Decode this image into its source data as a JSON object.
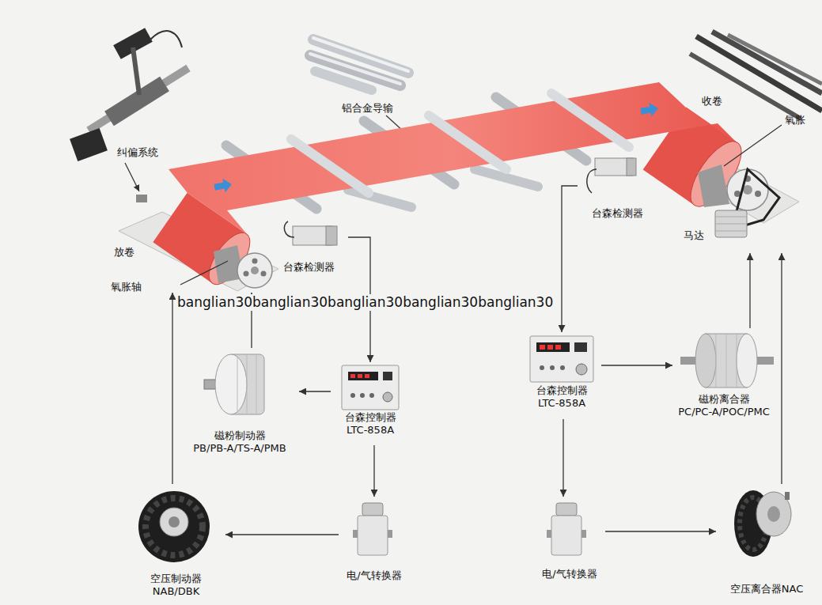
{
  "diagram": {
    "nodes": [
      {
        "text": [
          "收卷"
        ]
      },
      {
        "text": [
          "放卷"
        ]
      },
      {
        "text": [
          "台森检测器"
        ]
      },
      {
        "text": [
          "台森检测器"
        ]
      },
      {
        "text": [
          "台森控制器",
          "LTC-858A"
        ]
      },
      {
        "text": [
          "磁粉制动器",
          "PB/PB-A/TS-A/PMB"
        ]
      },
      {
        "text": [
          "电/气转换器"
        ]
      },
      {
        "text": [
          "空压制动器",
          "NAB/DBK"
        ]
      },
      {
        "text": [
          "台森控制器",
          "LTC-858A"
        ]
      },
      {
        "text": [
          "磁粉离合器",
          "PC/PC-A/POC/PMC"
        ]
      },
      {
        "text": [
          "电/气转换器"
        ]
      },
      {
        "text": [
          "空压离合器NAC"
        ]
      }
    ],
    "edges": [
      {
        "from": 2,
        "to": 4,
        "arrow": "to"
      },
      {
        "from": 4,
        "to": 5,
        "arrow": "to"
      },
      {
        "from": 4,
        "to": 6,
        "arrow": "to"
      },
      {
        "from": 6,
        "to": 7,
        "arrow": "to"
      },
      {
        "from": 5,
        "to": 1,
        "arrow": "to"
      },
      {
        "from": 7,
        "to": 1,
        "arrow": "to"
      },
      {
        "from": 3,
        "to": 8,
        "arrow": "to"
      },
      {
        "from": 8,
        "to": 9,
        "arrow": "to"
      },
      {
        "from": 8,
        "to": 10,
        "arrow": "to"
      },
      {
        "from": 10,
        "to": 11,
        "arrow": "to"
      },
      {
        "from": 9,
        "to": 0,
        "arrow": "to"
      },
      {
        "from": 11,
        "to": 0,
        "arrow": "to"
      }
    ],
    "labels": [
      "纠偏系统",
      "铝合金导输",
      "氧胀",
      "马达",
      "氧胀轴",
      "banglian30banglian30banglian30banglian30banglian30"
    ]
  }
}
